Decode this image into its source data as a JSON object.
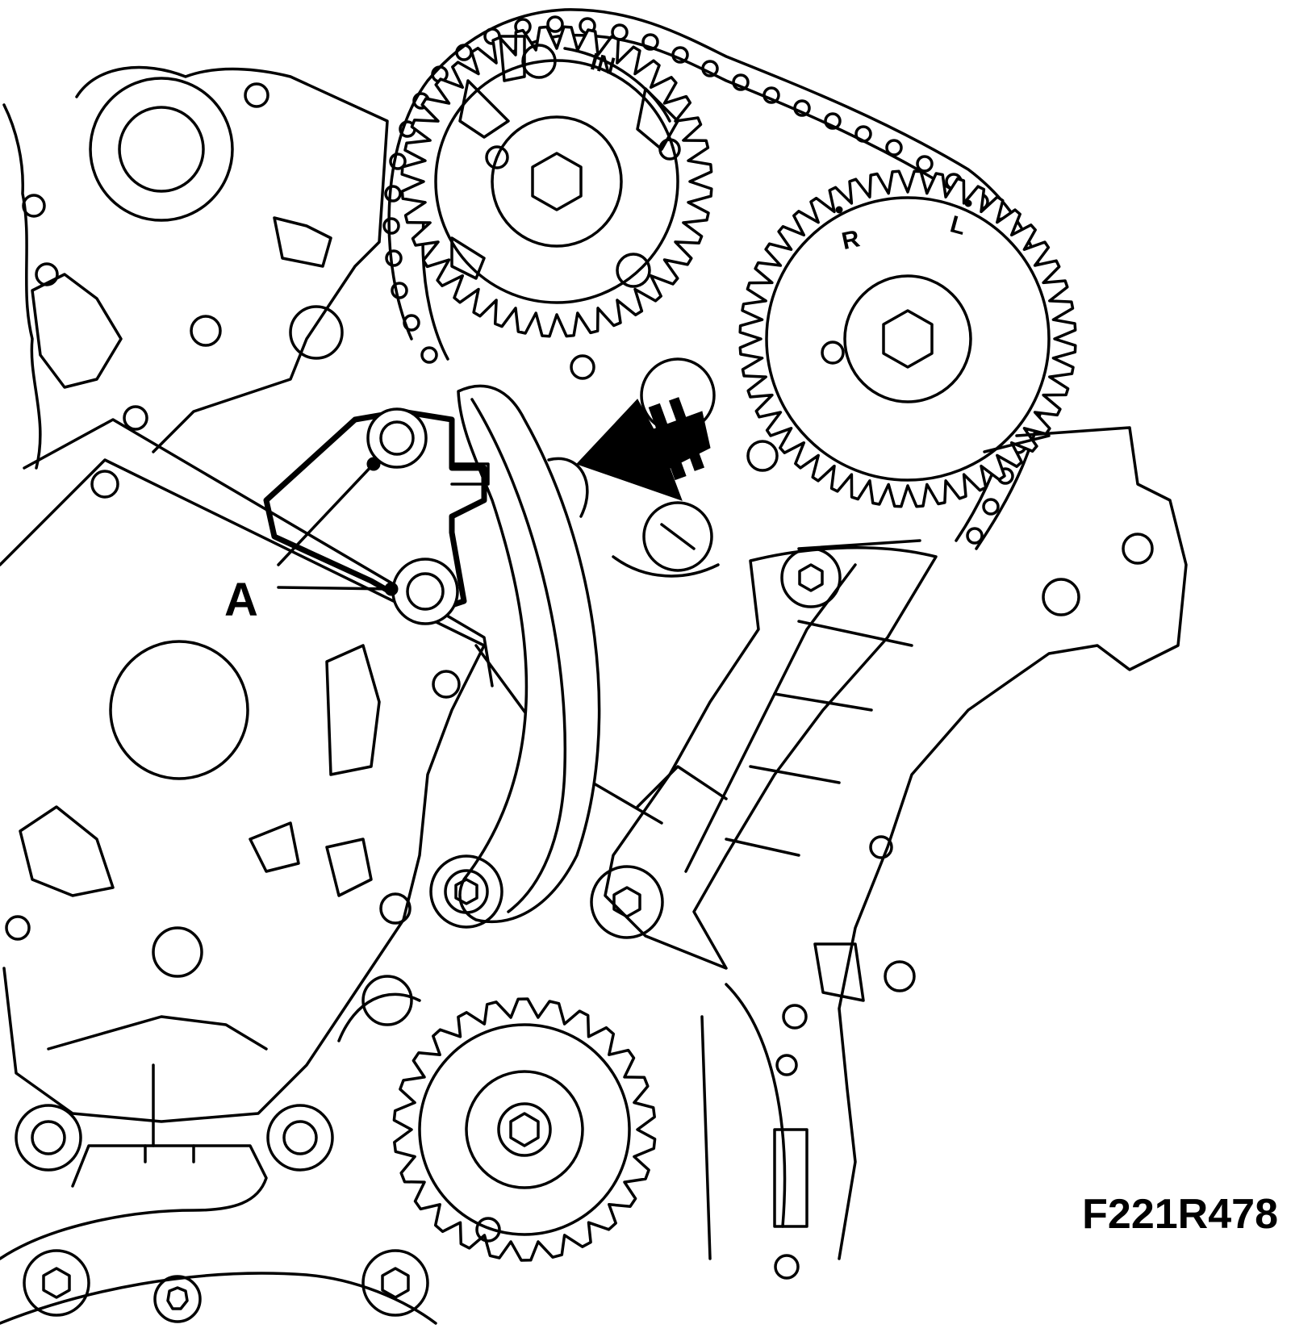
{
  "diagram": {
    "callout_label": "A",
    "figure_code": "F221R478",
    "sprocket_labels": {
      "intake_cam": "IN",
      "exhaust_right": "R",
      "exhaust_left": "L"
    }
  }
}
